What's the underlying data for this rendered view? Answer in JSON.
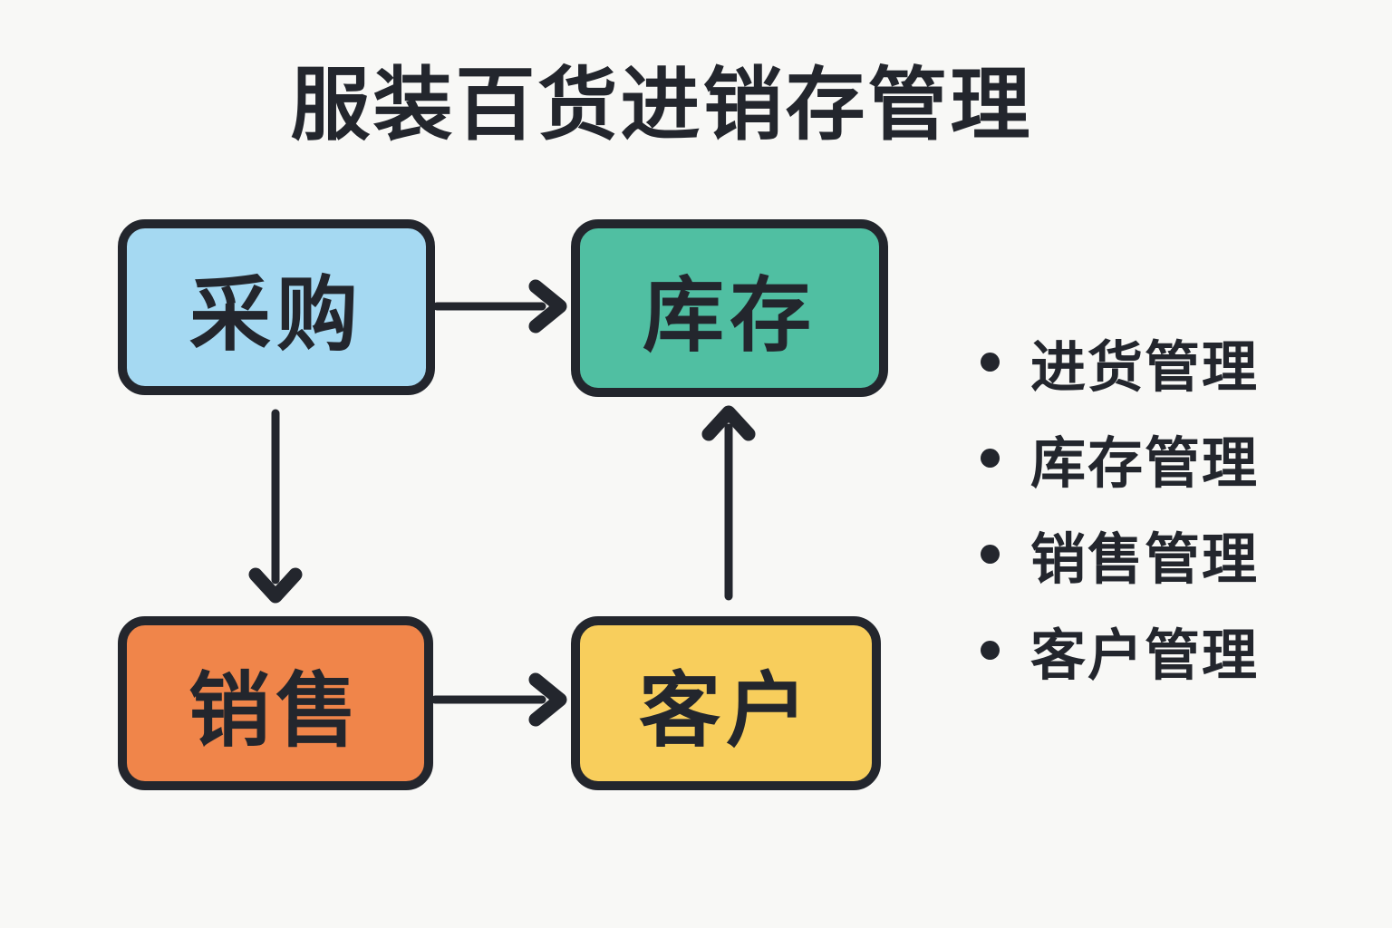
{
  "title": "服装百货进销存管理",
  "diagram": {
    "nodes": [
      {
        "id": "procurement",
        "label": "采购",
        "fill": "#a5d9f2"
      },
      {
        "id": "inventory",
        "label": "库存",
        "fill": "#50bfa2"
      },
      {
        "id": "sales",
        "label": "销售",
        "fill": "#f0854a"
      },
      {
        "id": "customer",
        "label": "客户",
        "fill": "#f8ce5c"
      }
    ],
    "edges": [
      {
        "from": "procurement",
        "to": "inventory",
        "direction": "right"
      },
      {
        "from": "procurement",
        "to": "sales",
        "direction": "down"
      },
      {
        "from": "sales",
        "to": "customer",
        "direction": "right"
      },
      {
        "from": "customer",
        "to": "inventory",
        "direction": "up"
      }
    ]
  },
  "features": {
    "bullet": "",
    "items": [
      {
        "label": "进货管理"
      },
      {
        "label": "库存管理"
      },
      {
        "label": "销售管理"
      },
      {
        "label": "客户管理"
      }
    ]
  },
  "colors": {
    "background": "#f8f8f6",
    "ink": "#23262d",
    "node_blue": "#a5d9f2",
    "node_green": "#50bfa2",
    "node_orange": "#f0854a",
    "node_yellow": "#f8ce5c"
  }
}
